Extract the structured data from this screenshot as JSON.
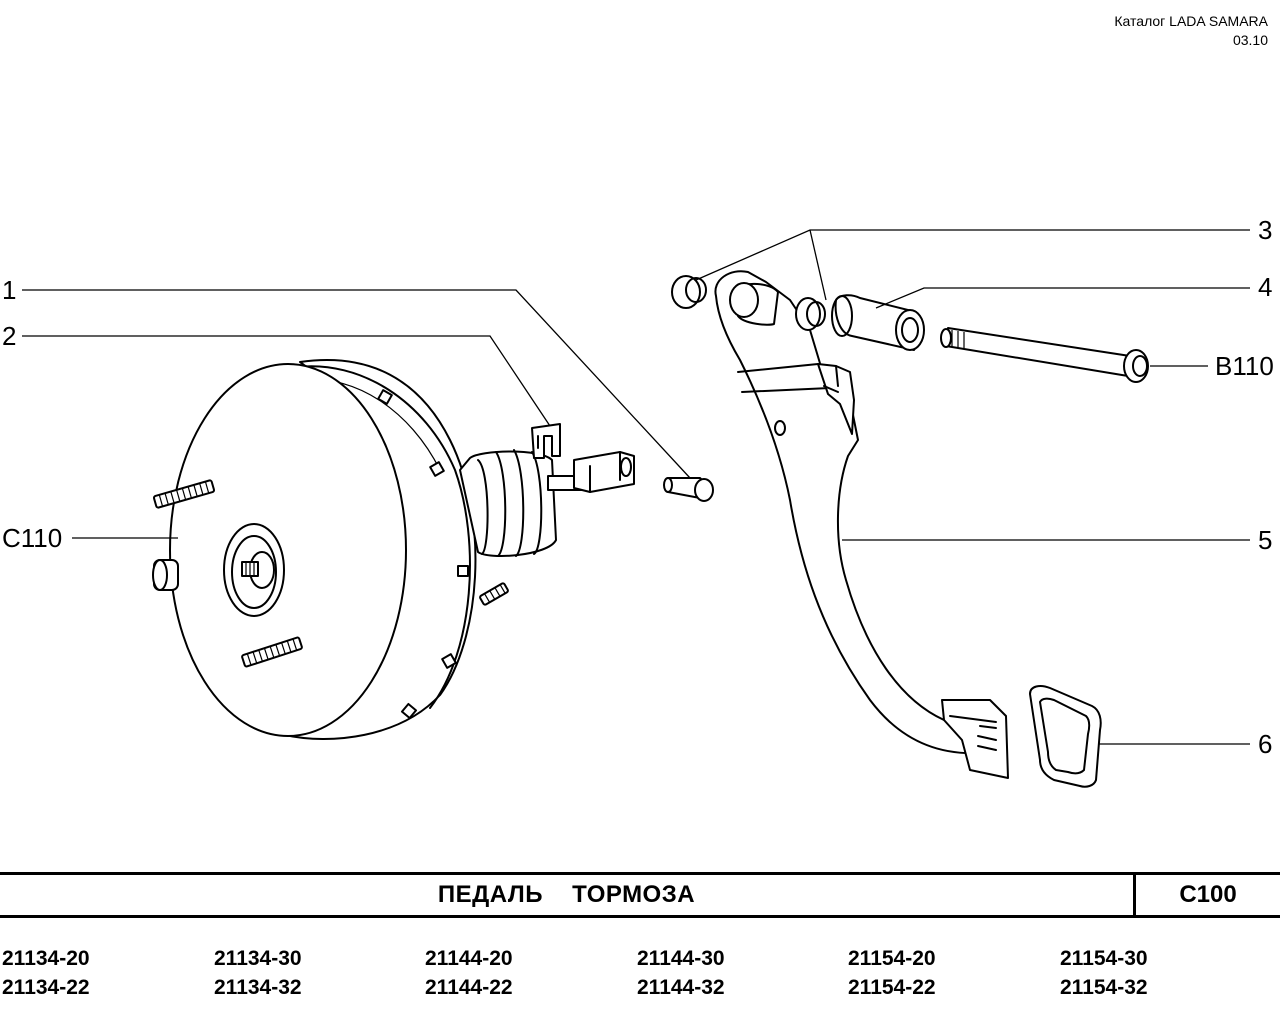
{
  "header": {
    "catalog": "Каталог  LADA SAMARA",
    "date": "03.10"
  },
  "callouts": {
    "c1": "1",
    "c2": "2",
    "c3": "3",
    "c4": "4",
    "c5": "5",
    "c6": "6",
    "cC110": "C110",
    "cB110": "B110"
  },
  "title": {
    "name": "ПЕДАЛЬ   ТОРМОЗА",
    "code": "C100"
  },
  "models": {
    "m1": {
      "a": "21134-20",
      "b": "21134-22"
    },
    "m2": {
      "a": "21134-30",
      "b": "21134-32"
    },
    "m3": {
      "a": "21144-20",
      "b": "21144-22"
    },
    "m4": {
      "a": "21144-30",
      "b": "21144-32"
    },
    "m5": {
      "a": "21154-20",
      "b": "21154-22"
    },
    "m6": {
      "a": "21154-30",
      "b": "21154-32"
    }
  }
}
